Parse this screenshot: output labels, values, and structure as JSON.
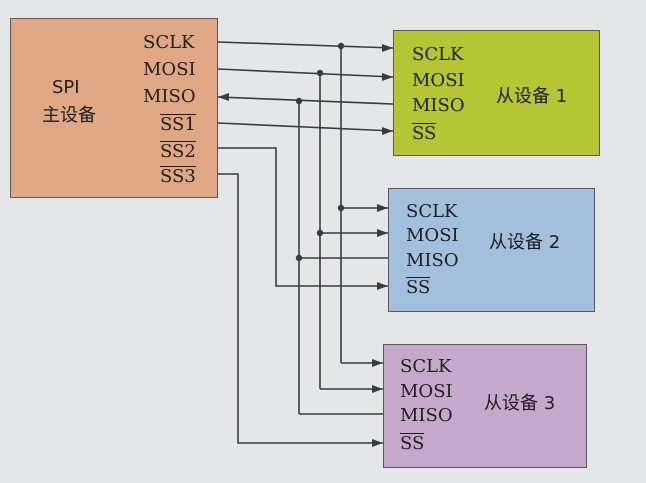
{
  "master": {
    "title_line1": "SPI",
    "title_line2": "主设备",
    "pins": {
      "sclk": "SCLK",
      "mosi": "MOSI",
      "miso": "MISO",
      "ss1": "SS1",
      "ss2": "SS2",
      "ss3": "SS3"
    },
    "color": "#dfa783"
  },
  "slaves": [
    {
      "title": "从设备 1",
      "sclk": "SCLK",
      "mosi": "MOSI",
      "miso": "MISO",
      "ss": "SS",
      "color": "#b5c534"
    },
    {
      "title": "从设备 2",
      "sclk": "SCLK",
      "mosi": "MOSI",
      "miso": "MISO",
      "ss": "SS",
      "color": "#a2bfdc"
    },
    {
      "title": "从设备 3",
      "sclk": "SCLK",
      "mosi": "MOSI",
      "miso": "MISO",
      "ss": "SS",
      "color": "#c7a8cd"
    }
  ]
}
